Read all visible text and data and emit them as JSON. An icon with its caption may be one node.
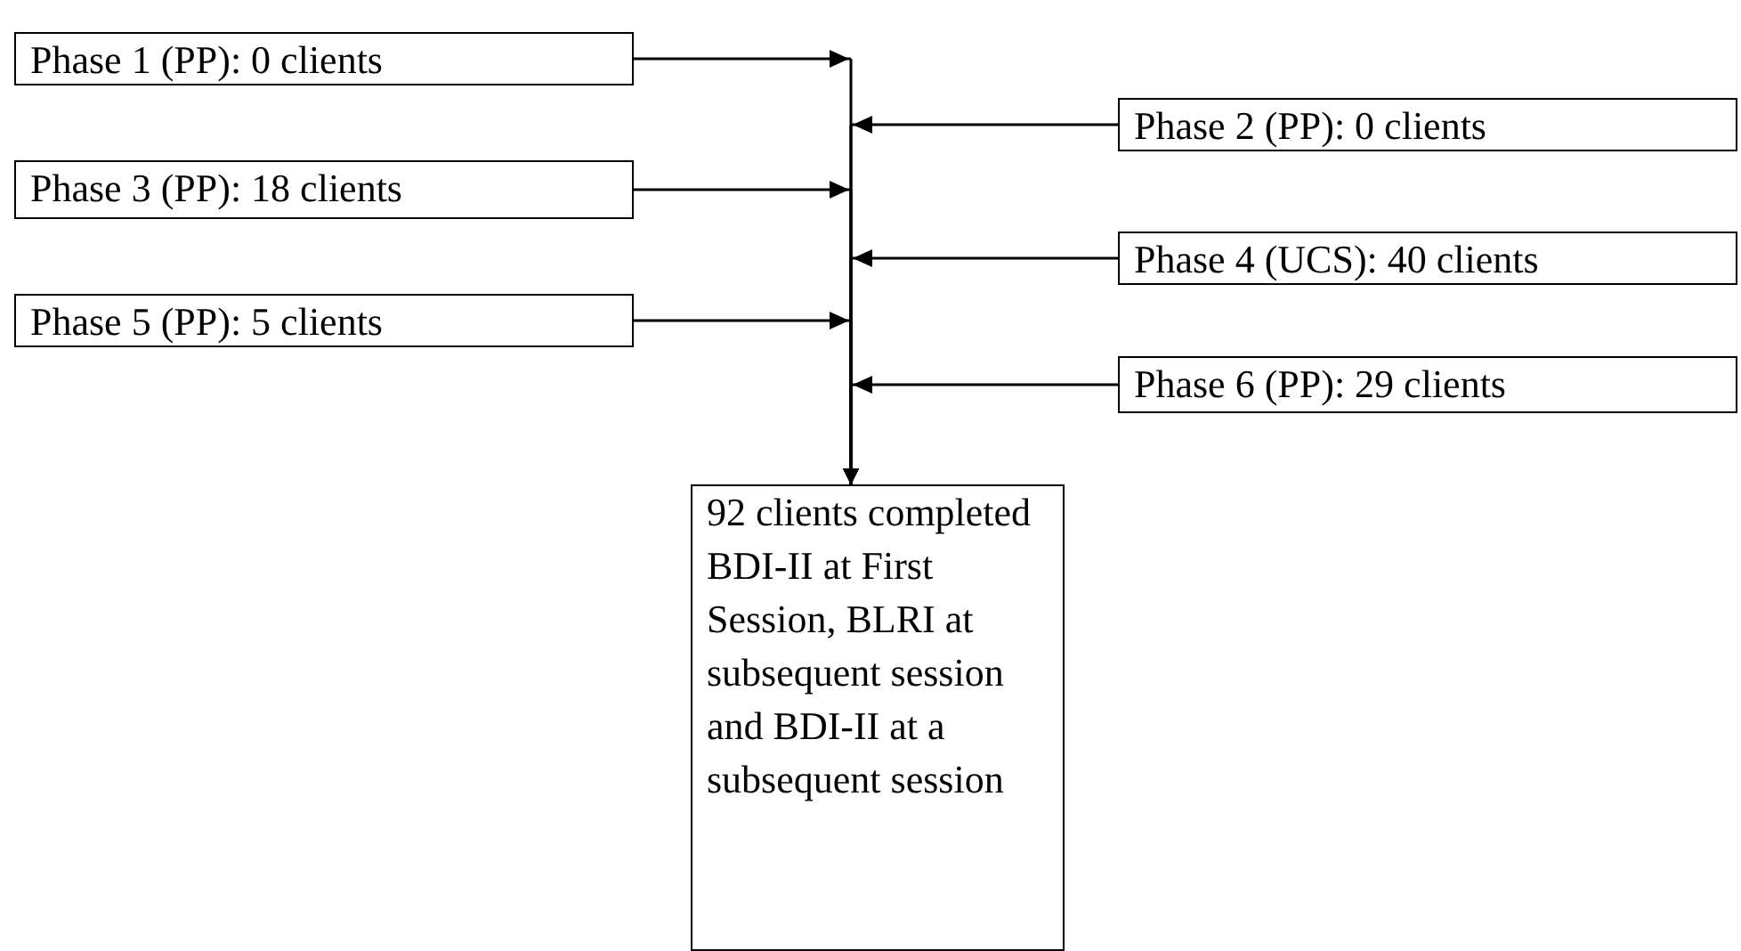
{
  "diagram": {
    "nodes": [
      {
        "text": [
          "Phase 1 (PP): 0 clients"
        ]
      },
      {
        "text": [
          "Phase 2 (PP): 0 clients"
        ]
      },
      {
        "text": [
          "Phase 3 (PP): 18 clients"
        ]
      },
      {
        "text": [
          "Phase 4 (UCS): 40 clients"
        ]
      },
      {
        "text": [
          "Phase 5 (PP): 5 clients"
        ]
      },
      {
        "text": [
          "Phase 6 (PP): 29 clients"
        ]
      },
      {
        "text": [
          "92 clients completed BDI-II at First Session, BLRI at subsequent session and BDI-II at a subsequent session"
        ]
      }
    ],
    "edges": [
      {
        "from": 0,
        "to": 6,
        "arrow": "to"
      },
      {
        "from": 1,
        "to": 6,
        "arrow": "to"
      },
      {
        "from": 2,
        "to": 6,
        "arrow": "to"
      },
      {
        "from": 3,
        "to": 6,
        "arrow": "to"
      },
      {
        "from": 4,
        "to": 6,
        "arrow": "to"
      },
      {
        "from": 5,
        "to": 6,
        "arrow": "to"
      }
    ]
  }
}
